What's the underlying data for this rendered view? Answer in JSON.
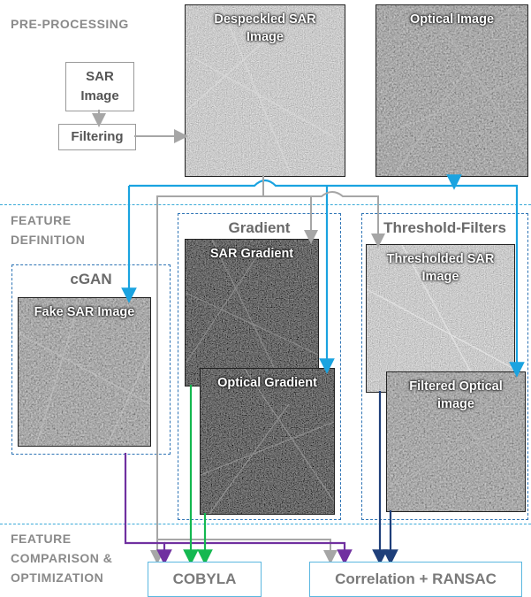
{
  "sections": {
    "preprocessing": "PRE-PROCESSING",
    "feature_definition": "FEATURE\nDEFINITION",
    "feature_comparison": "FEATURE\nCOMPARISON &\nOPTIMIZATION"
  },
  "preprocessing": {
    "sar_box": "SAR\nImage",
    "filtering_box": "Filtering",
    "despeckled_caption": "Despeckled SAR\nImage",
    "optical_caption": "Optical Image"
  },
  "groups": {
    "cgan": {
      "title": "cGAN",
      "image_caption": "Fake SAR Image"
    },
    "gradient": {
      "title": "Gradient",
      "sar_caption": "SAR Gradient",
      "optical_caption": "Optical Gradient"
    },
    "threshold": {
      "title": "Threshold-Filters",
      "sar_caption": "Thresholded SAR\nImage",
      "optical_caption": "Filtered Optical\nimage"
    }
  },
  "outputs": {
    "cobyla": "COBYLA",
    "correlation": "Correlation + RANSAC"
  },
  "colors": {
    "section_separator": "#3aaad8",
    "group_border": "#2e74b5",
    "wire_blue": "#1aa3e0",
    "wire_gray": "#a6a6a6",
    "wire_purple": "#7030a0",
    "wire_green": "#14b850",
    "wire_navy": "#1f3f7a"
  }
}
